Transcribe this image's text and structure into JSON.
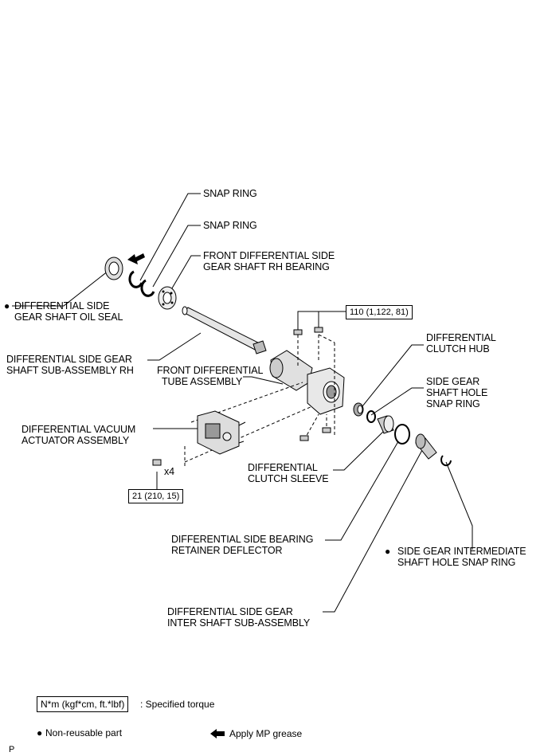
{
  "labels": {
    "snap_ring_1": "SNAP RING",
    "snap_ring_2": "SNAP RING",
    "rh_bearing_l1": "FRONT DIFFERENTIAL SIDE",
    "rh_bearing_l2": "GEAR SHAFT RH BEARING",
    "oil_seal_l1": "DIFFERENTIAL SIDE",
    "oil_seal_l2": "GEAR SHAFT OIL SEAL",
    "shaft_l1": "DIFFERENTIAL SIDE GEAR",
    "shaft_l2": "SHAFT SUB-ASSEMBLY RH",
    "tube_l1": "FRONT DIFFERENTIAL",
    "tube_l2": "TUBE ASSEMBLY",
    "clutch_hub_l1": "DIFFERENTIAL",
    "clutch_hub_l2": "CLUTCH HUB",
    "hole_snap_l1": "SIDE GEAR",
    "hole_snap_l2": "SHAFT HOLE",
    "hole_snap_l3": "SNAP RING",
    "actuator_l1": "DIFFERENTIAL VACUUM",
    "actuator_l2": "ACTUATOR ASSEMBLY",
    "sleeve_l1": "DIFFERENTIAL",
    "sleeve_l2": "CLUTCH SLEEVE",
    "deflector_l1": "DIFFERENTIAL SIDE BEARING",
    "deflector_l2": "RETAINER DEFLECTOR",
    "inter_snap_l1": "SIDE GEAR INTERMEDIATE",
    "inter_snap_l2": "SHAFT HOLE SNAP RING",
    "inter_shaft_l1": "DIFFERENTIAL SIDE GEAR",
    "inter_shaft_l2": "INTER SHAFT SUB-ASSEMBLY",
    "qty": "x4"
  },
  "bullets": {
    "oil_seal": "●",
    "inter_snap": "●",
    "legend": "●"
  },
  "torques": {
    "tube_bolts": "110 (1,122, 81)",
    "actuator_bolts": "21 (210, 15)"
  },
  "legend": {
    "torque_box": "N*m (kgf*cm, ft.*lbf)",
    "torque_desc": ": Specified torque",
    "non_reusable": "Non-reusable part",
    "grease": "Apply MP grease"
  },
  "footer": {
    "code": "P"
  },
  "colors": {
    "ink": "#000000",
    "part_fill": "#d9d9d9",
    "part_dark": "#8c8c8c"
  }
}
